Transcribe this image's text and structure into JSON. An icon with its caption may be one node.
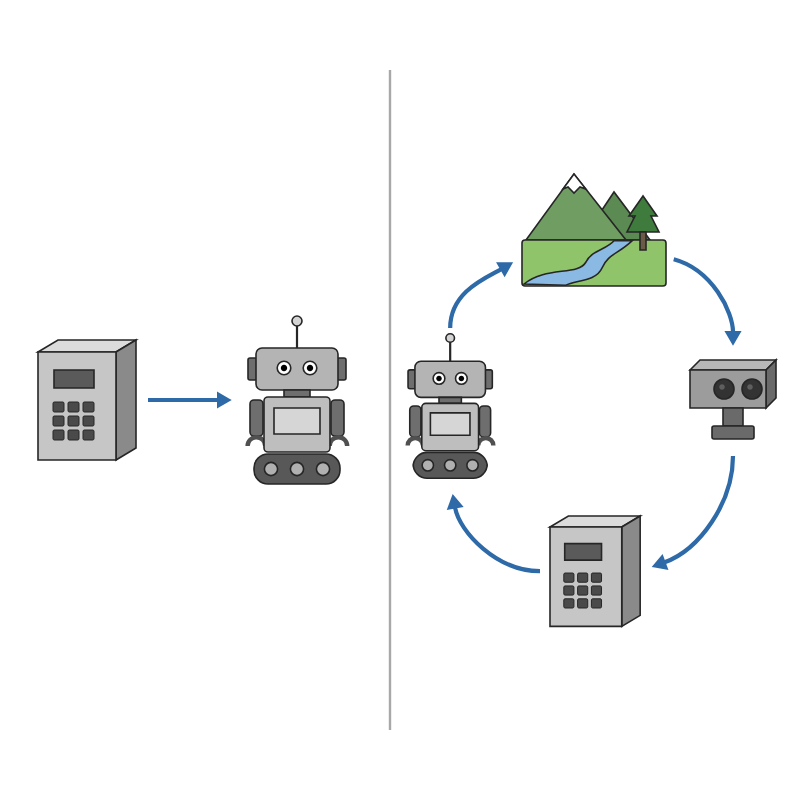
{
  "diagram": {
    "nodes": [
      {
        "text": [],
        "shape": "picture"
      },
      {
        "text": [],
        "shape": "picture"
      },
      {
        "text": [],
        "shape": "picture"
      },
      {
        "text": [],
        "shape": "picture"
      },
      {
        "text": [],
        "shape": "picture"
      },
      {
        "text": [],
        "shape": "picture"
      }
    ],
    "edges": [
      {
        "from": 0,
        "to": 1,
        "arrow": "to"
      },
      {
        "from": 5,
        "to": 2,
        "arrow": "to"
      },
      {
        "from": 2,
        "to": 3,
        "arrow": "to"
      },
      {
        "from": 3,
        "to": 4,
        "arrow": "to"
      },
      {
        "from": 4,
        "to": 5,
        "arrow": "to"
      }
    ]
  }
}
